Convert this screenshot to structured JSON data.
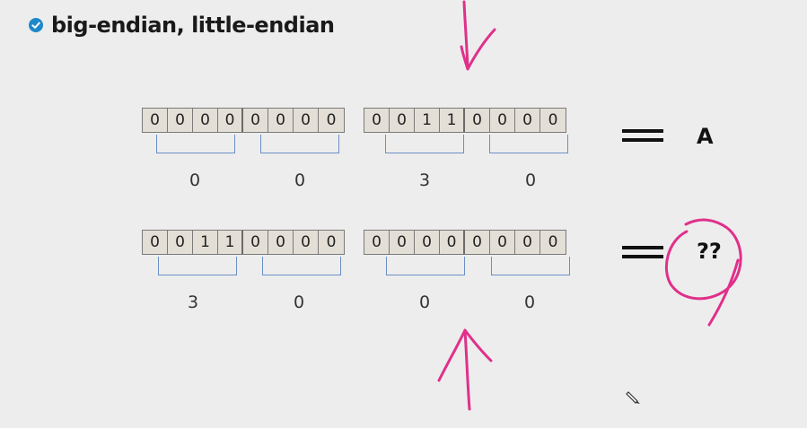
{
  "title": "big-endian, little-endian",
  "rows": [
    {
      "byte_a": [
        "0",
        "0",
        "0",
        "0",
        "0",
        "0",
        "0",
        "0"
      ],
      "byte_b": [
        "0",
        "0",
        "1",
        "1",
        "0",
        "0",
        "0",
        "0"
      ],
      "nibbles": [
        "0",
        "0",
        "3",
        "0"
      ],
      "result": "A"
    },
    {
      "byte_a": [
        "0",
        "0",
        "1",
        "1",
        "0",
        "0",
        "0",
        "0"
      ],
      "byte_b": [
        "0",
        "0",
        "0",
        "0",
        "0",
        "0",
        "0",
        "0"
      ],
      "nibbles": [
        "3",
        "0",
        "0",
        "0"
      ],
      "result": "??"
    }
  ],
  "colors": {
    "bracket": "#6a8fc4",
    "ink": "#e0308a",
    "check": "#1e88c9",
    "cell_bg": "#e3dfd6"
  },
  "icons": {
    "title_bullet": "check-circle-icon",
    "cursor": "pencil-cursor-icon"
  }
}
